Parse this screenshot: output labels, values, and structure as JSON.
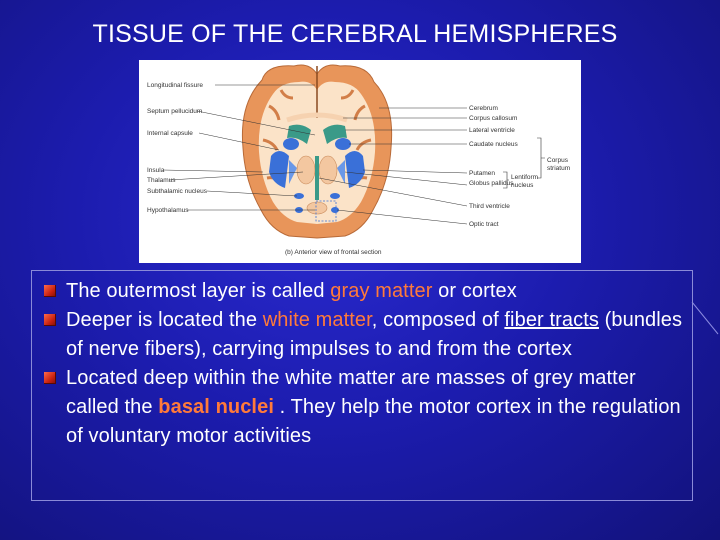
{
  "title": "TISSUE OF THE CEREBRAL HEMISPHERES",
  "figure": {
    "caption": "(b) Anterior view of frontal section",
    "left_labels": [
      "Longitudinal fissure",
      "Septum pellucidum",
      "Internal capsule",
      "Insula",
      "Thalamus",
      "Subthalamic nucleus",
      "Hypothalamus"
    ],
    "right_labels": [
      "Cerebrum",
      "Corpus callosum",
      "Lateral ventricle",
      "Caudate nucleus",
      "Putamen",
      "Globus pallidus",
      "Third ventricle",
      "Optic tract"
    ],
    "bracket_labels": {
      "corpus_striatum_1": "Corpus",
      "corpus_striatum_2": "striatum",
      "lentiform_1": "Lentiform",
      "lentiform_2": "nucleus"
    }
  },
  "bullets": {
    "b1": {
      "t1": "The outermost layer is called ",
      "h1": "gray matter",
      "t2": " or cortex"
    },
    "b2": {
      "t1": "Deeper is located the ",
      "h1": "white matter",
      "t2": ", composed of ",
      "u1": "fiber tracts",
      "t3": " (bundles of nerve fibers), carrying impulses to and from the cortex"
    },
    "b3": {
      "t1": "Located deep within the white matter are masses of grey matter called the ",
      "h1": "basal nuclei ",
      "t2": ". They help the motor cortex in the regulation of voluntary motor activities"
    }
  },
  "colors": {
    "background": "#1c1cae",
    "highlight": "#ff7a3a",
    "bullet": "#c82010",
    "gray_matter": "#e8955a",
    "white_matter": "#fbe3c8",
    "basal_nuclei": "#3a70d8"
  }
}
